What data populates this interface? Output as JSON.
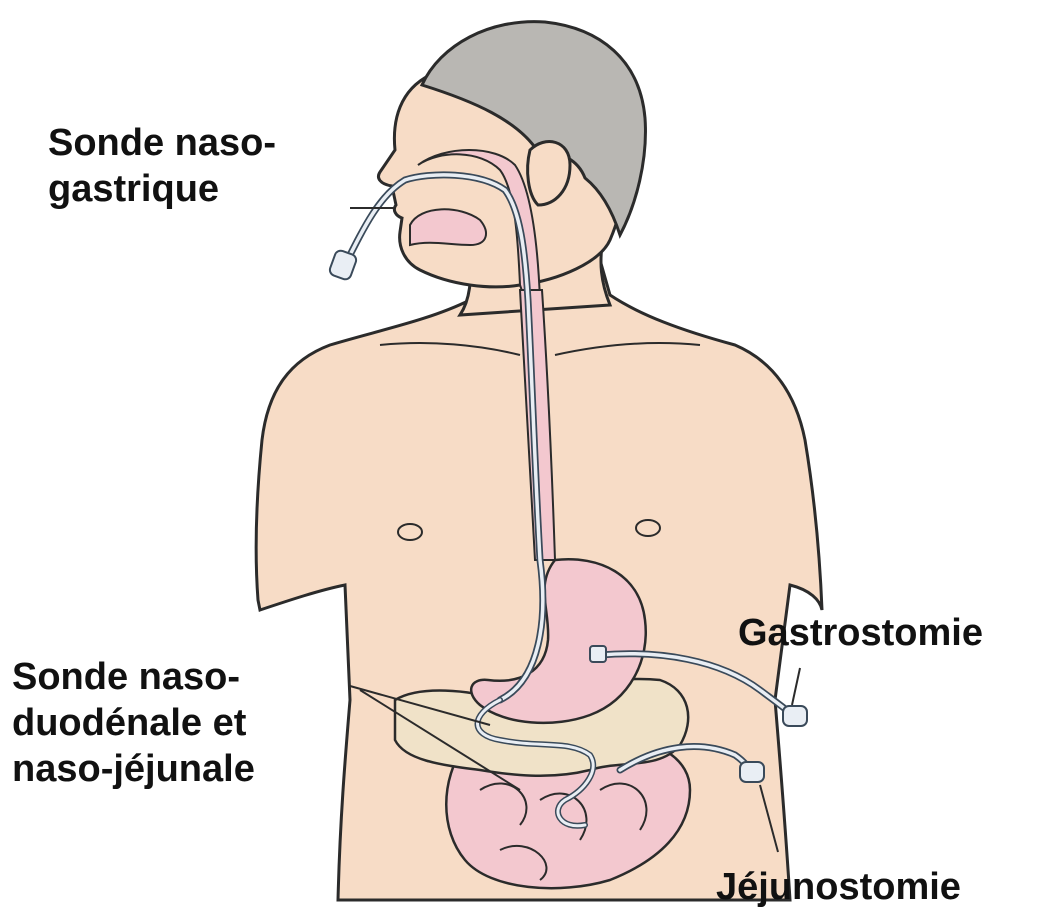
{
  "labels": {
    "nasogastric": [
      "Sonde naso-",
      "gastrique"
    ],
    "nasoduodenal": [
      "Sonde naso-",
      "duodénale et",
      "naso-jéjunale"
    ],
    "gastrostomy": "Gastrostomie",
    "jejunostomy": "Jéjunostomie"
  },
  "colors": {
    "skin": "#f7dcc6",
    "outline": "#2b2b2b",
    "hair": "#b9b7b3",
    "organ": "#f3c8cf",
    "organ_dark": "#e9a9b4",
    "tube_fill": "#e9eef4",
    "tube_line": "#3a4a5a",
    "background": "#ffffff"
  }
}
